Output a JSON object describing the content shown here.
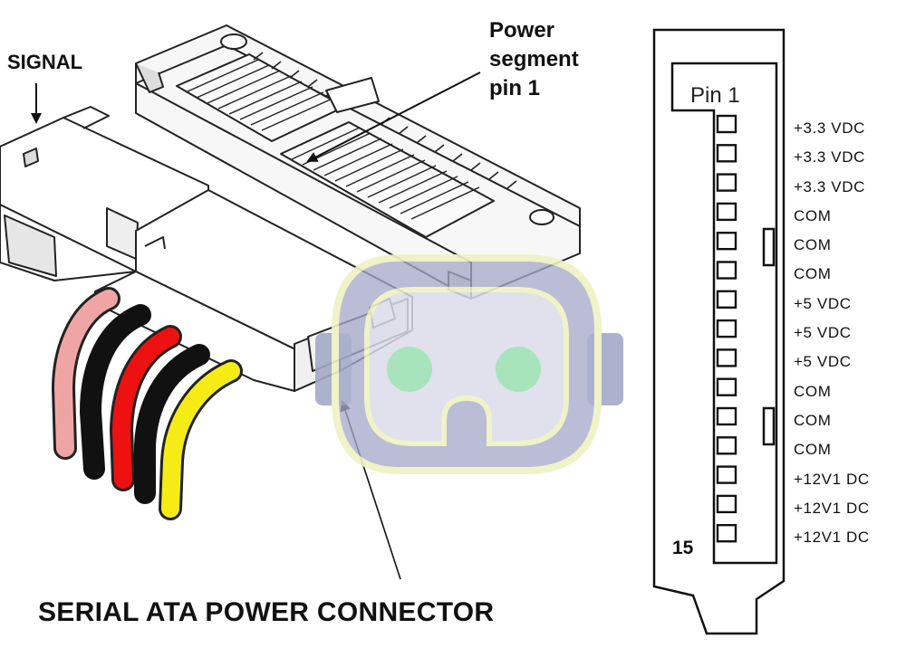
{
  "labels": {
    "signal": "SIGNAL",
    "power_segment": [
      "Power",
      "segment",
      "pin 1"
    ],
    "caption": "SERIAL ATA POWER CONNECTOR",
    "pin_first": "Pin 1",
    "pin_last": "15"
  },
  "pins": [
    "+3.3 VDC",
    "+3.3 VDC",
    "+3.3 VDC",
    "COM",
    "COM",
    "COM",
    "+5 VDC",
    "+5 VDC",
    "+5 VDC",
    "COM",
    "COM",
    "COM",
    "+12V1 DC",
    "+12V1 DC",
    "+12V1 DC"
  ],
  "wires": [
    {
      "color": "pink",
      "hex": "#f0a5a5"
    },
    {
      "color": "black",
      "hex": "#111111"
    },
    {
      "color": "red",
      "hex": "#ee1111"
    },
    {
      "color": "black",
      "hex": "#111111"
    },
    {
      "color": "yellow",
      "hex": "#f5ec16"
    }
  ],
  "watermark": {
    "icon": "robot-face-icon",
    "body_hex": "#a4a9c8",
    "eye_hex": "#9ee2b4",
    "outline_hex": "#eef2c2"
  }
}
